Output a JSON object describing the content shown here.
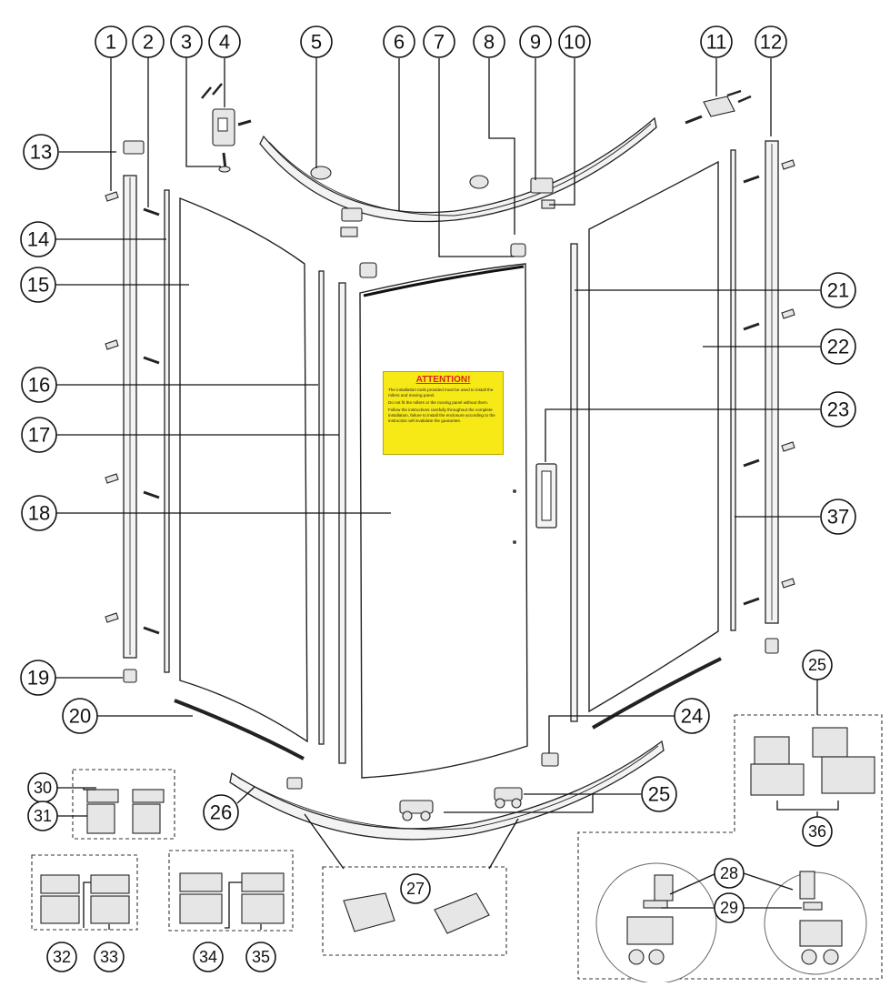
{
  "diagram": {
    "callouts": [
      "1",
      "2",
      "3",
      "4",
      "5",
      "6",
      "7",
      "8",
      "9",
      "10",
      "11",
      "12",
      "13",
      "14",
      "15",
      "16",
      "17",
      "18",
      "19",
      "20",
      "21",
      "22",
      "23",
      "24",
      "25",
      "26",
      "27",
      "28",
      "29",
      "30",
      "31",
      "32",
      "33",
      "34",
      "35",
      "36",
      "37"
    ],
    "detail_callouts": {
      "rollers_top": "25",
      "rollers_sub": "36",
      "insert_a": "28",
      "insert_b": "29"
    },
    "warning_label": {
      "title": "ATTENTION!",
      "lines": [
        "The installation tools provided must be used to install the rollers and moving panel.",
        "Do not fit the rollers or the moving panel without them.",
        "Follow the instructions carefully throughout the complete installation, failure to install the enclosure according to the instruction will invalidate the guarantee."
      ],
      "colors": {
        "background": "#f7e916",
        "title": "#dd2222"
      }
    }
  }
}
